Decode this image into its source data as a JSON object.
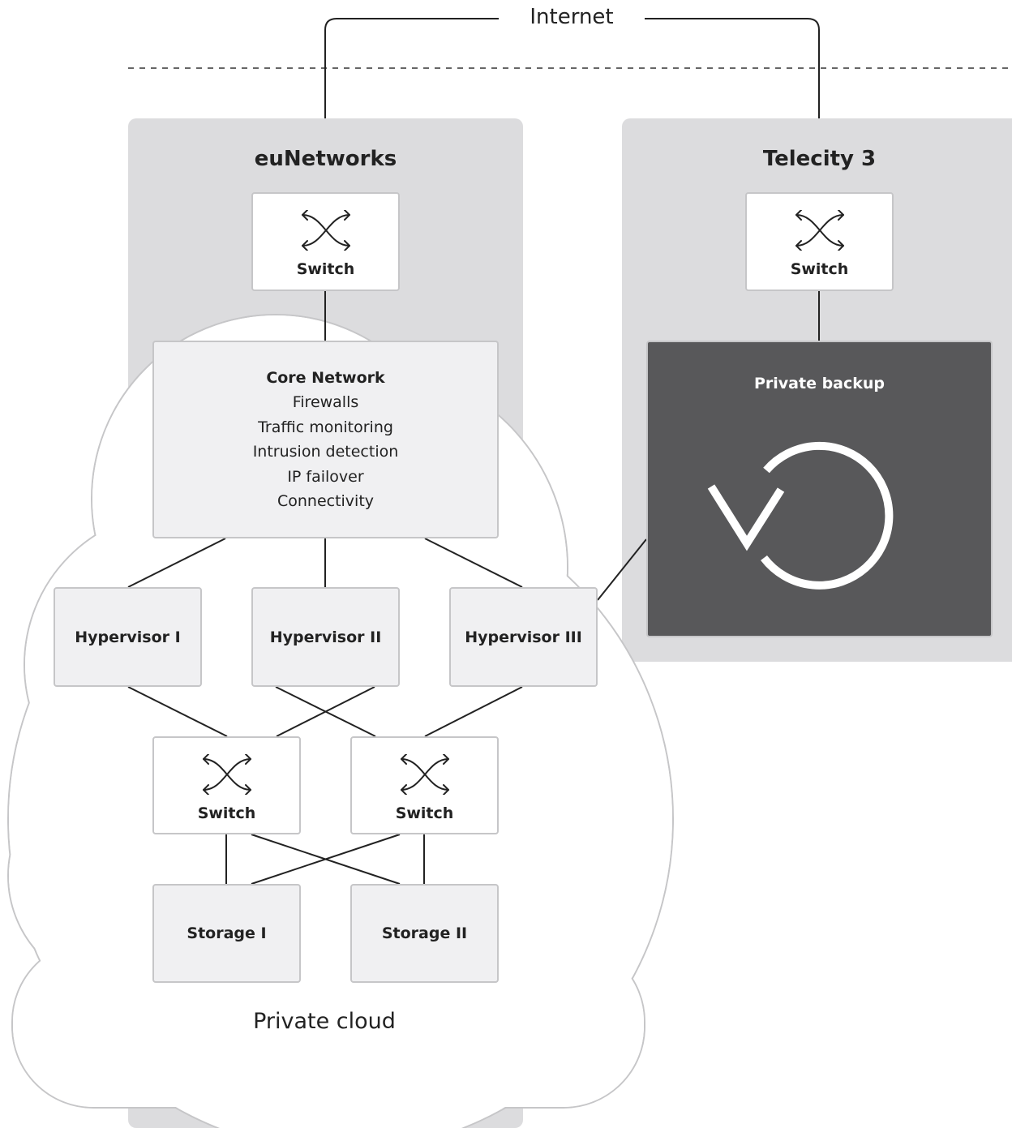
{
  "internet": {
    "label": "Internet"
  },
  "regions": [
    {
      "title": "euNetworks"
    },
    {
      "title": "Telecity 3"
    }
  ],
  "switches": {
    "eunetworks": "Switch",
    "telecity": "Switch",
    "storage_left": "Switch",
    "storage_right": "Switch"
  },
  "core_network": {
    "title": "Core Network",
    "items": [
      "Firewalls",
      "Traffic monitoring",
      "Intrusion detection",
      "IP failover",
      "Connectivity"
    ]
  },
  "hypervisors": [
    "Hypervisor I",
    "Hypervisor II",
    "Hypervisor III"
  ],
  "storage": [
    "Storage I",
    "Storage II"
  ],
  "private_backup": {
    "title": "Private backup",
    "icon": "backup-restore-icon"
  },
  "private_cloud": {
    "label": "Private cloud"
  },
  "colors": {
    "region_fill": "#dcdcde",
    "node_fill": "#f0f0f2",
    "node_border": "#c6c6c8",
    "backup_fill": "#58585a",
    "line": "#222222"
  }
}
